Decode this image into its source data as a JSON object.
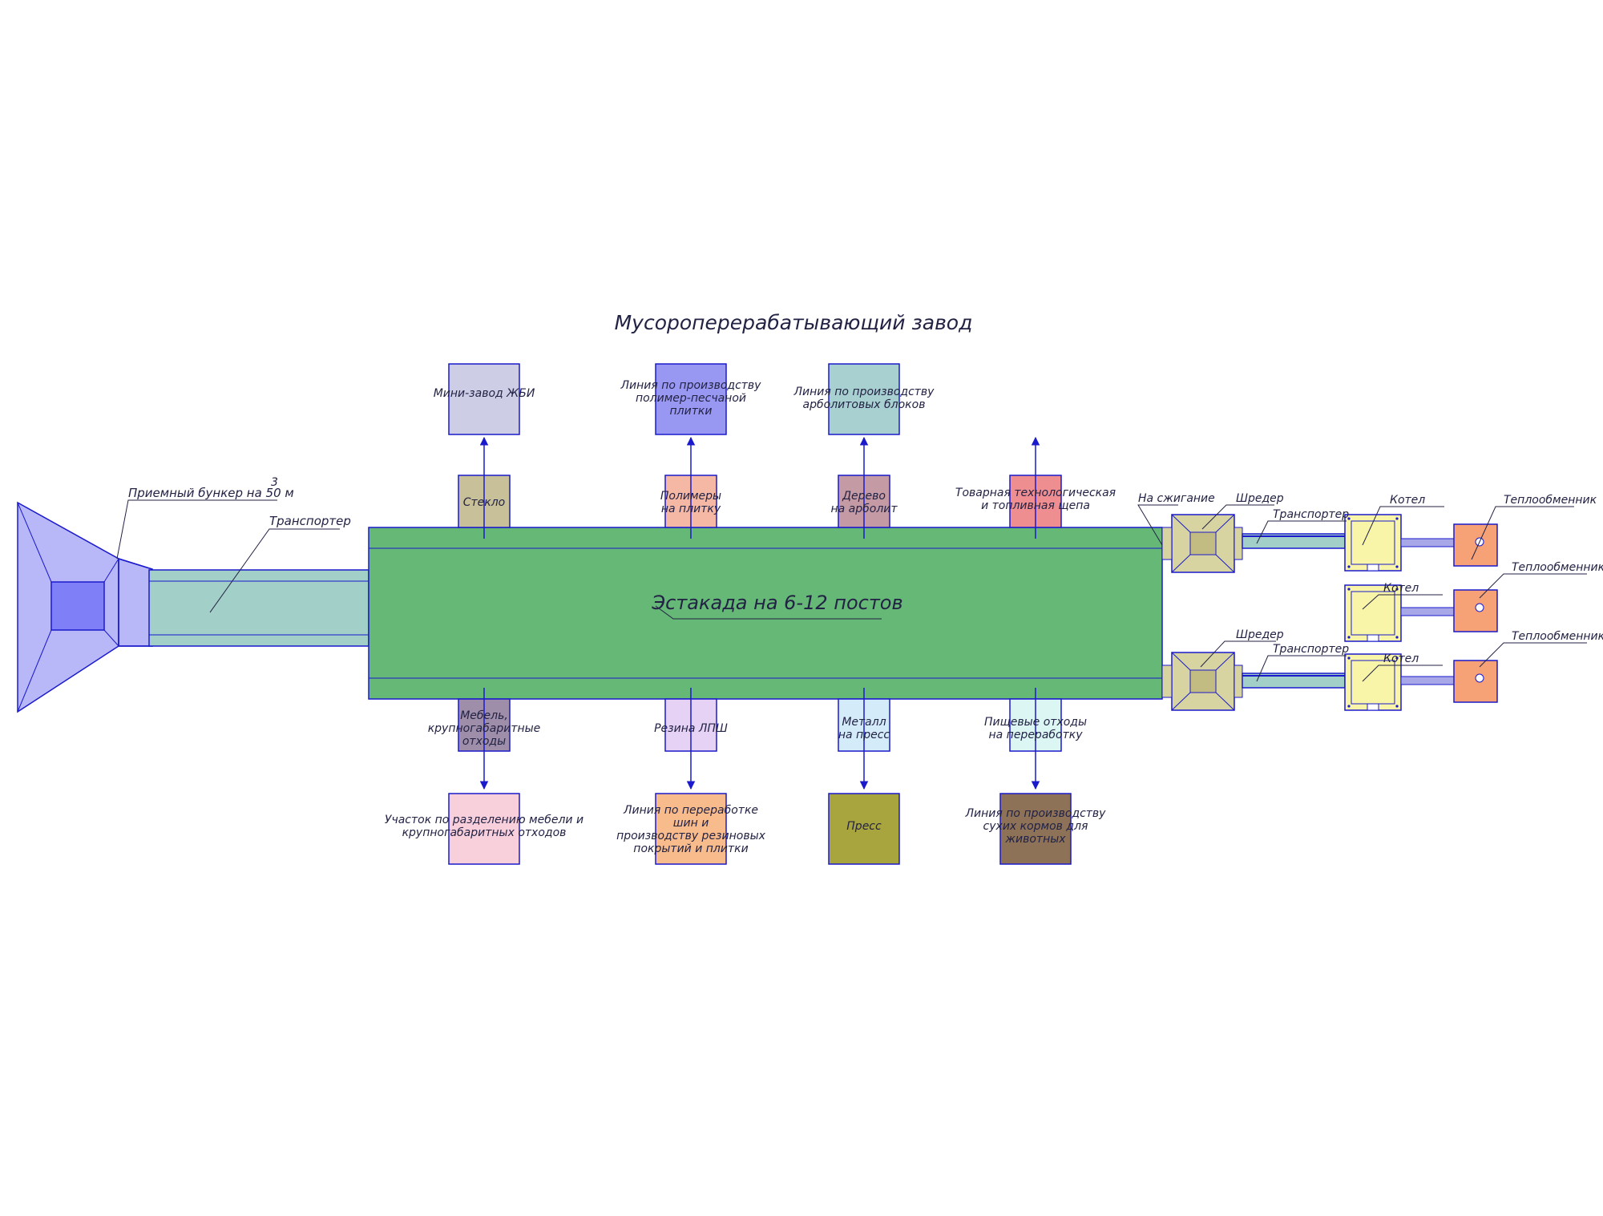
{
  "title": "Мусороперерабатывающий завод",
  "main": {
    "hopper_label": "Приемный бункер на 50 м",
    "hopper_sup": "3",
    "conveyor_label": "Транспортер",
    "estakada_label": "Эстакада на 6-12 постов"
  },
  "top_posts": [
    "Стекло",
    "Полимеры\nна плитку",
    "Дерево\nна арболит",
    "Товарная технологическая\nи топливная щепа"
  ],
  "top_lines": [
    "Мини-завод ЖБИ",
    "Линия по производству\nполимер-песчаной\nплитки",
    "Линия по производству\nарболитовых блоков"
  ],
  "bottom_posts": [
    "Мебель,\nкрупногабаритные\nотходы",
    "Резина ЛПШ",
    "Металл\nна пресс",
    "Пищевые отходы\nна переработку"
  ],
  "bottom_lines": [
    "Участок по разделению мебели и\nкрупногабаритных отходов",
    "Линия по переработке\nшин и\nпроизводству резиновых\nпокрытий и плитки",
    "Пресс",
    "Линия по производству\nсухих кормов для\nживотных"
  ],
  "right_section": {
    "burn_label": "На сжигание",
    "shredder_label": "Шредер",
    "conveyor_label": "Транспортер",
    "boiler_label": "Котел",
    "heat_exchanger_label": "Теплообменник"
  },
  "colors": {
    "outline": "#1a1acc",
    "hopper": "#b8b8f8",
    "hopper_core": "#7f7ff8",
    "conveyor": "#a2cfc8",
    "estakada": "#66b877",
    "glass": "#c8c098",
    "polymers": "#f5b8a4",
    "wood": "#c49aa4",
    "chips": "#ee8e90",
    "furniture": "#9e8ea9",
    "rubber": "#e6d2f4",
    "metal": "#d4ecfa",
    "food": "#dcf6f4",
    "jbi": "#cdcde6",
    "tile_line": "#9898f2",
    "arbolit_line": "#a8d0d0",
    "furniture_line": "#f8d0dc",
    "tire_line": "#f8bc8c",
    "press": "#a8a43e",
    "feed_line": "#8d7258",
    "shredder": "#d8d4a2",
    "boiler": "#f8f4a8",
    "heat_exchanger": "#f6a276"
  }
}
